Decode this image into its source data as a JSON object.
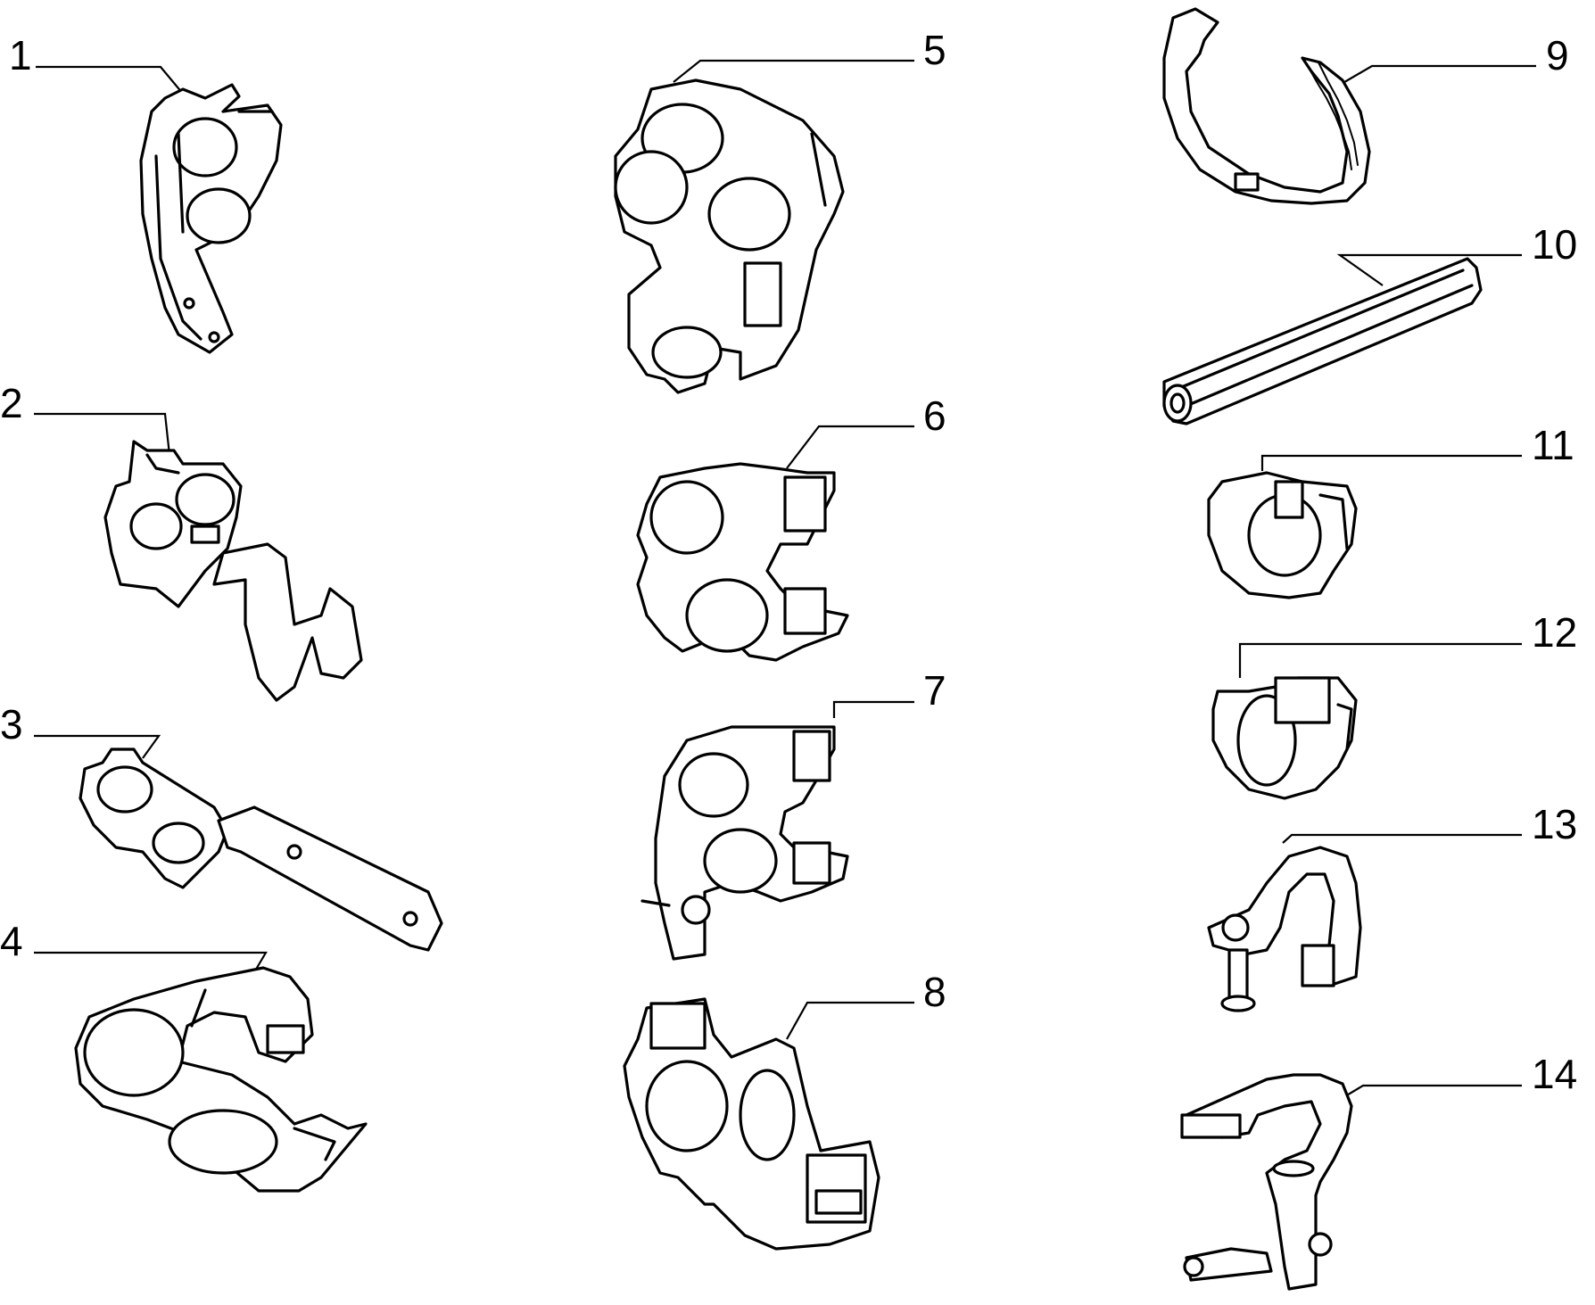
{
  "callouts": [
    {
      "id": 1,
      "label": "1"
    },
    {
      "id": 2,
      "label": "2"
    },
    {
      "id": 3,
      "label": "3"
    },
    {
      "id": 4,
      "label": "4"
    },
    {
      "id": 5,
      "label": "5"
    },
    {
      "id": 6,
      "label": "6"
    },
    {
      "id": 7,
      "label": "7"
    },
    {
      "id": 8,
      "label": "8"
    },
    {
      "id": 9,
      "label": "9"
    },
    {
      "id": 10,
      "label": "10"
    },
    {
      "id": 11,
      "label": "11"
    },
    {
      "id": 12,
      "label": "12"
    },
    {
      "id": 13,
      "label": "13"
    },
    {
      "id": 14,
      "label": "14"
    }
  ],
  "colors": {
    "line": "#000000",
    "background": "#ffffff"
  }
}
